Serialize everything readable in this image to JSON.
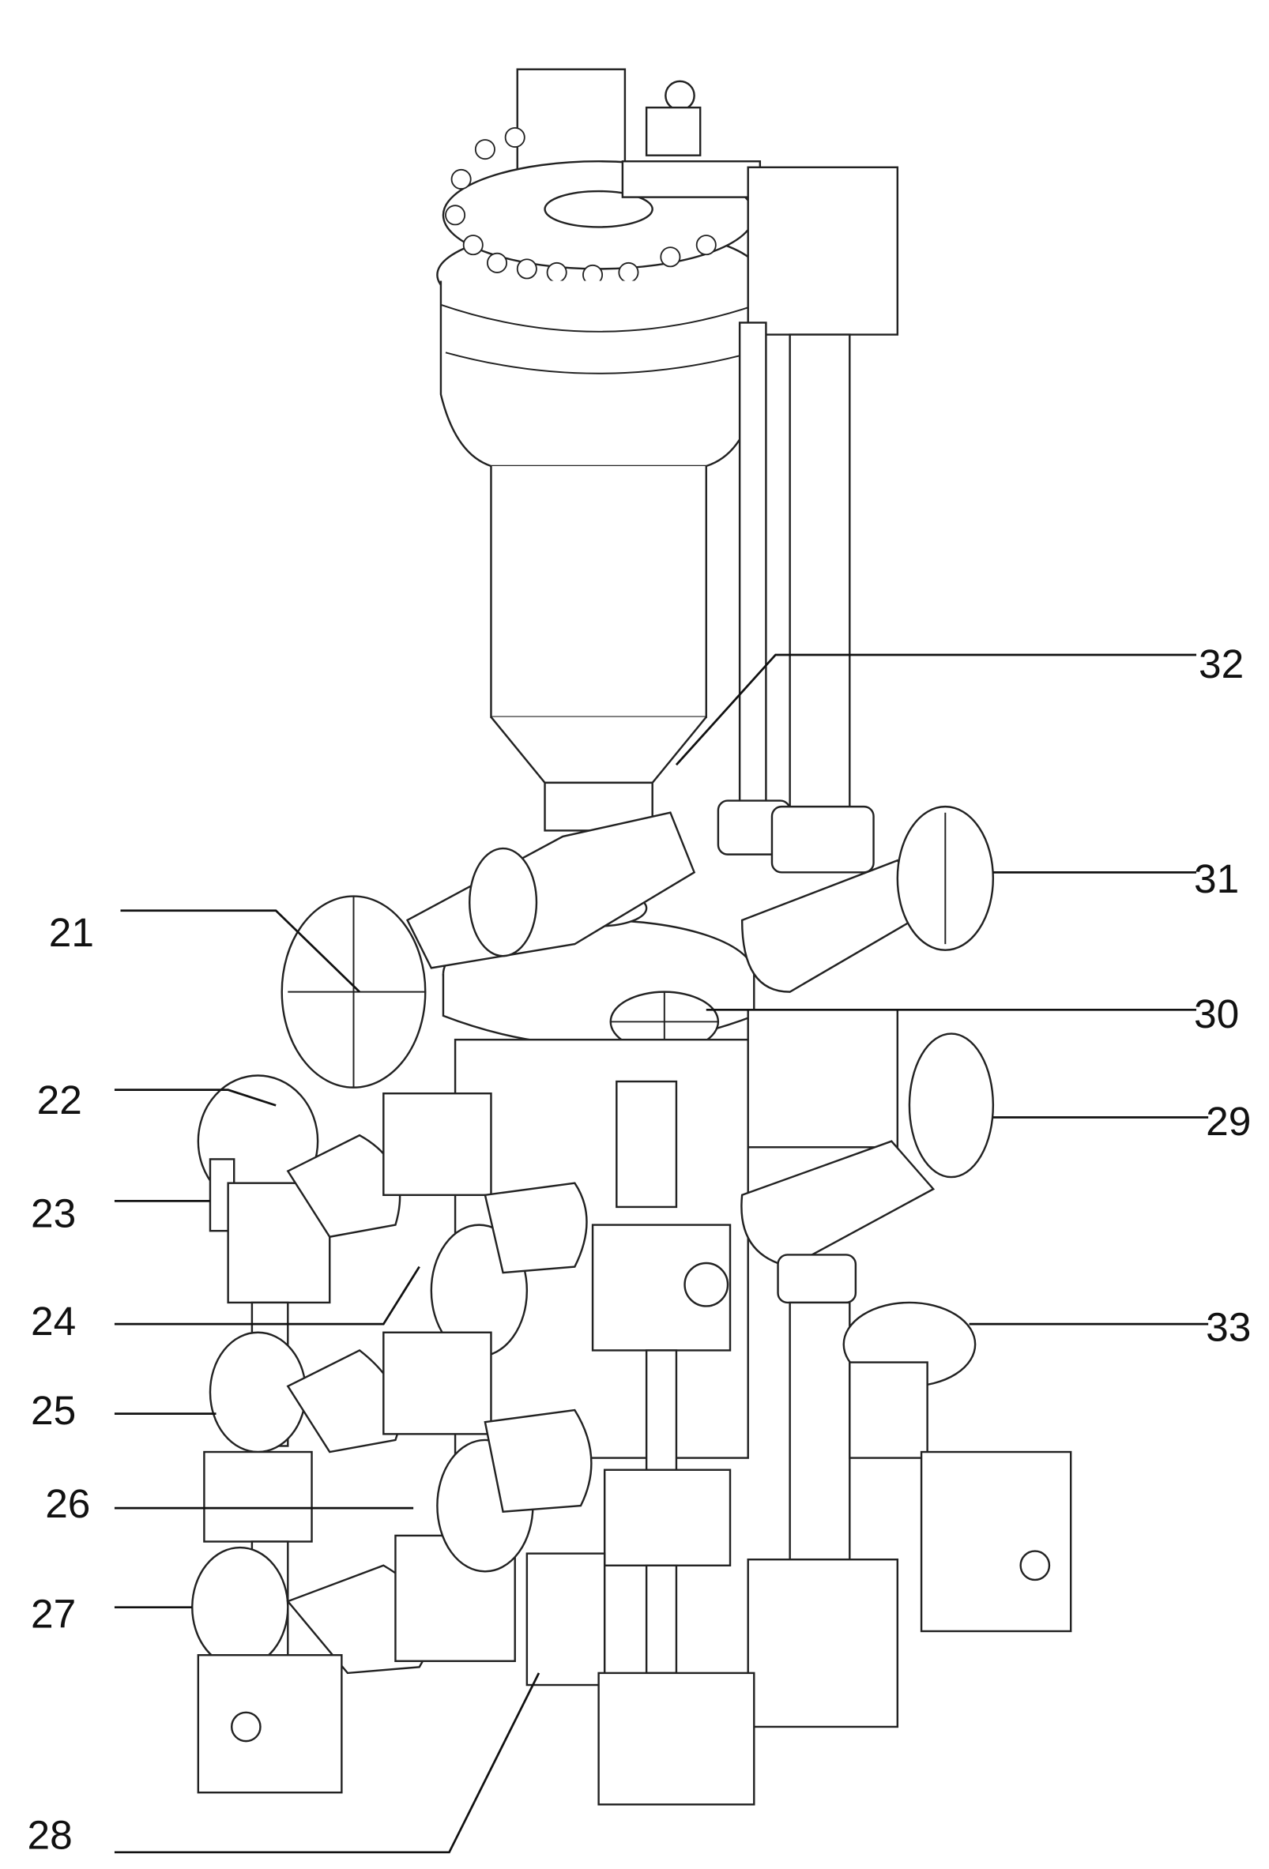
{
  "figure": {
    "description_labels": [
      {
        "id": "21",
        "text": "21"
      },
      {
        "id": "22",
        "text": "22"
      },
      {
        "id": "23",
        "text": "23"
      },
      {
        "id": "24",
        "text": "24"
      },
      {
        "id": "25",
        "text": "25"
      },
      {
        "id": "26",
        "text": "26"
      },
      {
        "id": "27",
        "text": "27"
      },
      {
        "id": "28",
        "text": "28"
      },
      {
        "id": "29",
        "text": "29"
      },
      {
        "id": "30",
        "text": "30"
      },
      {
        "id": "31",
        "text": "31"
      },
      {
        "id": "32",
        "text": "32"
      },
      {
        "id": "33",
        "text": "33"
      }
    ]
  }
}
